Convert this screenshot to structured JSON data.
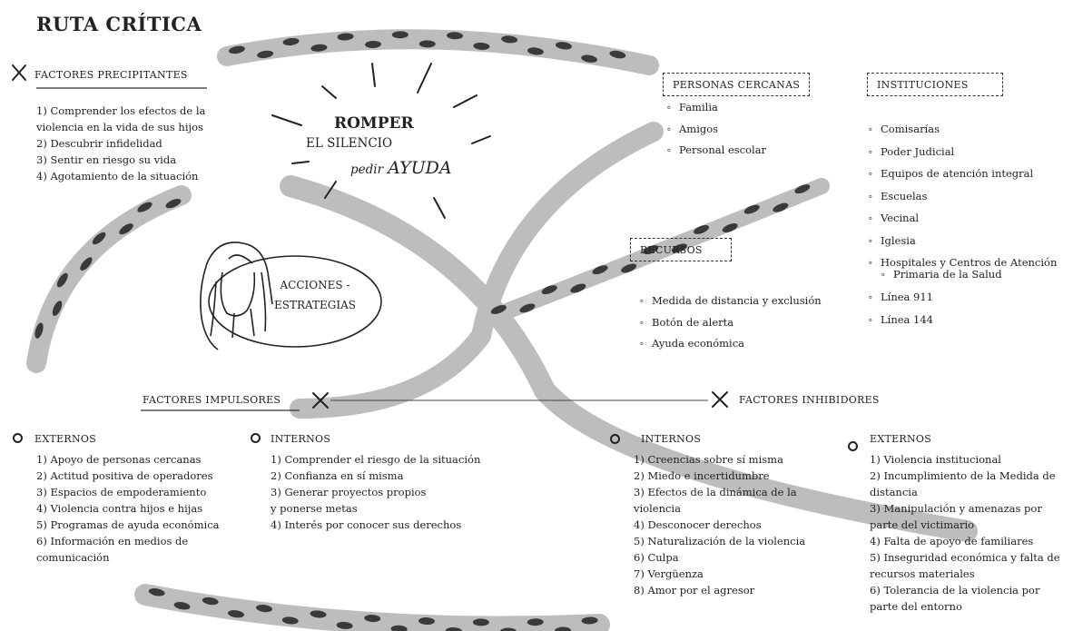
{
  "title": "RUTA CRÍTICA",
  "factores_precipitantes": {
    "label": "FACTORES PRECIPITANTES",
    "items": [
      "1) Comprender los efectos de la",
      "violencia en la vida de sus hijos",
      "2) Descubrir infidelidad",
      "3) Sentir en riesgo su vida",
      "4) Agotamiento de la situación"
    ]
  },
  "romper": {
    "line1": "ROMPER",
    "line2": "EL SILENCIO",
    "line3_small": "pedir",
    "line3_big": "AYUDA"
  },
  "acciones": {
    "line1": "ACCIONES -",
    "line2": "ESTRATEGIAS"
  },
  "personas_cercanas": {
    "label": "PERSONAS CERCANAS",
    "items": [
      "Familia",
      "Amigos",
      "Personal escolar"
    ]
  },
  "instituciones": {
    "label": "INSTITUCIONES",
    "items": [
      "Comisarías",
      "Poder Judicial",
      "Equipos de atención integral",
      "Escuelas",
      "Vecinal",
      "Iglesia",
      "Hospitales y Centros de Atención",
      "Primaria de la Salud",
      "Línea 911",
      "Línea 144"
    ]
  },
  "recursos": {
    "label": "RECURSOS",
    "items": [
      "Medida de distancia y exclusión",
      "Botón de alerta",
      "Ayuda económica"
    ]
  },
  "factores_impulsores": {
    "label": "FACTORES IMPULSORES"
  },
  "factores_inhibidores": {
    "label": "FACTORES INHIBIDORES"
  },
  "imp_externos": {
    "label": "EXTERNOS",
    "items": [
      "1) Apoyo de personas cercanas",
      "2) Actitud positiva de operadores",
      "3) Espacios de empoderamiento",
      "4) Violencia contra hijos e hijas",
      "5) Programas de ayuda económica",
      "6) Información en medios de",
      "comunicación"
    ]
  },
  "imp_internos": {
    "label": "INTERNOS",
    "items": [
      "1) Comprender el riesgo de la situación",
      "2) Confianza en sí misma",
      "3) Generar proyectos propios",
      "y ponerse metas",
      "4) Interés por conocer sus derechos"
    ]
  },
  "inh_internos": {
    "label": "INTERNOS",
    "items": [
      "1) Creencias sobre sí misma",
      "2) Miedo e incertidumbre",
      "3) Efectos de la dinámica de la",
      "violencia",
      "4) Desconocer derechos",
      "5) Naturalización de la violencia",
      "6) Culpa",
      "7) Vergüenza",
      "8) Amor por el agresor"
    ]
  },
  "inh_externos": {
    "label": "EXTERNOS",
    "items": [
      "1) Violencia institucional",
      "2) Incumplimiento de la Medida de",
      "distancia",
      "3) Manipulación y amenazas por",
      "parte del victimario",
      "4) Falta de apoyo de familiares",
      "5) Inseguridad económica y falta de",
      "recursos materiales",
      "6) Tolerancia de la violencia por",
      "parte del entorno"
    ]
  },
  "colors": {
    "path": "#b9b9b9",
    "footprint": "#3a3a3a",
    "ink": "#222222"
  }
}
